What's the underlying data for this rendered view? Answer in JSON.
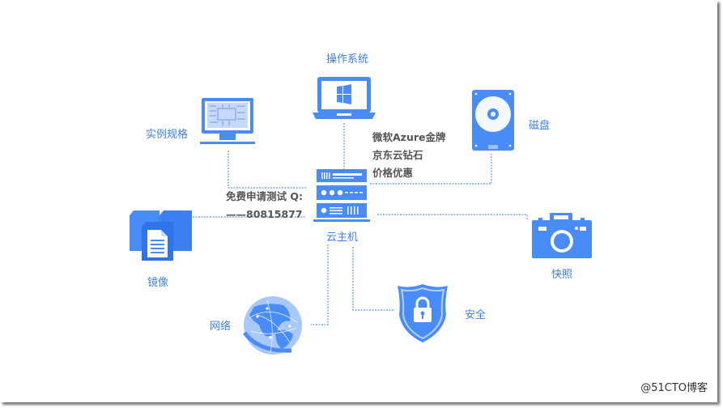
{
  "diagram": {
    "center": {
      "label": "云主机",
      "icon": "server-icon"
    },
    "nodes": [
      {
        "id": "os",
        "label": "操作系统",
        "icon": "laptop-windows-icon"
      },
      {
        "id": "instance",
        "label": "实例规格",
        "icon": "monitor-circuit-icon"
      },
      {
        "id": "disk",
        "label": "磁盘",
        "icon": "hard-disk-icon"
      },
      {
        "id": "image",
        "label": "镜像",
        "icon": "image-stack-icon"
      },
      {
        "id": "snapshot",
        "label": "快照",
        "icon": "camera-icon"
      },
      {
        "id": "network",
        "label": "网络",
        "icon": "globe-icon"
      },
      {
        "id": "security",
        "label": "安全",
        "icon": "shield-lock-icon"
      }
    ],
    "promo_lines": [
      "微软Azure金牌",
      "京东云钻石",
      "价格优惠"
    ],
    "trial_lines": [
      "免费申请测试 Q:",
      "——80815877"
    ]
  },
  "colors": {
    "accent": "#3d7fe6",
    "icon_blue": "#4a8cf7",
    "dark_text": "#555555"
  },
  "watermark": "@51CTO博客"
}
